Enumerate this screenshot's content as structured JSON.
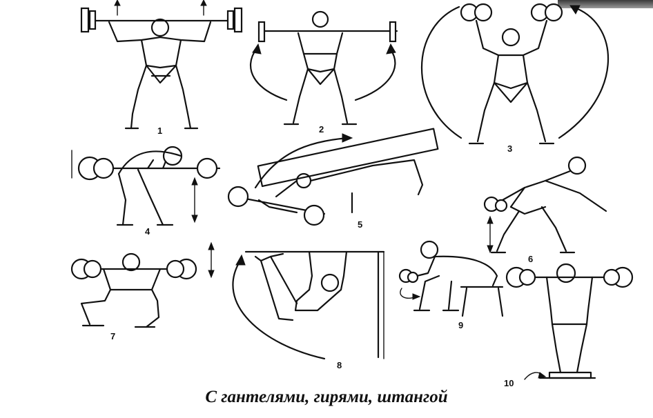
{
  "caption": "С гантелями, гирями, штангой",
  "figures": [
    {
      "number": "1",
      "exercise": "barbell-press-up"
    },
    {
      "number": "2",
      "exercise": "barbell-raise-arms"
    },
    {
      "number": "3",
      "exercise": "dumbbells-overhead-arc"
    },
    {
      "number": "4",
      "exercise": "bent-over-barbell-row"
    },
    {
      "number": "5",
      "exercise": "lying-barbell-pullover"
    },
    {
      "number": "6",
      "exercise": "side-bend-with-dumbbell"
    },
    {
      "number": "7",
      "exercise": "barbell-squat"
    },
    {
      "number": "8",
      "exercise": "hanging-leg-raise"
    },
    {
      "number": "9",
      "exercise": "seated-dumbbell-wrist-curl"
    },
    {
      "number": "10",
      "exercise": "calf-raise-with-barbell"
    }
  ]
}
